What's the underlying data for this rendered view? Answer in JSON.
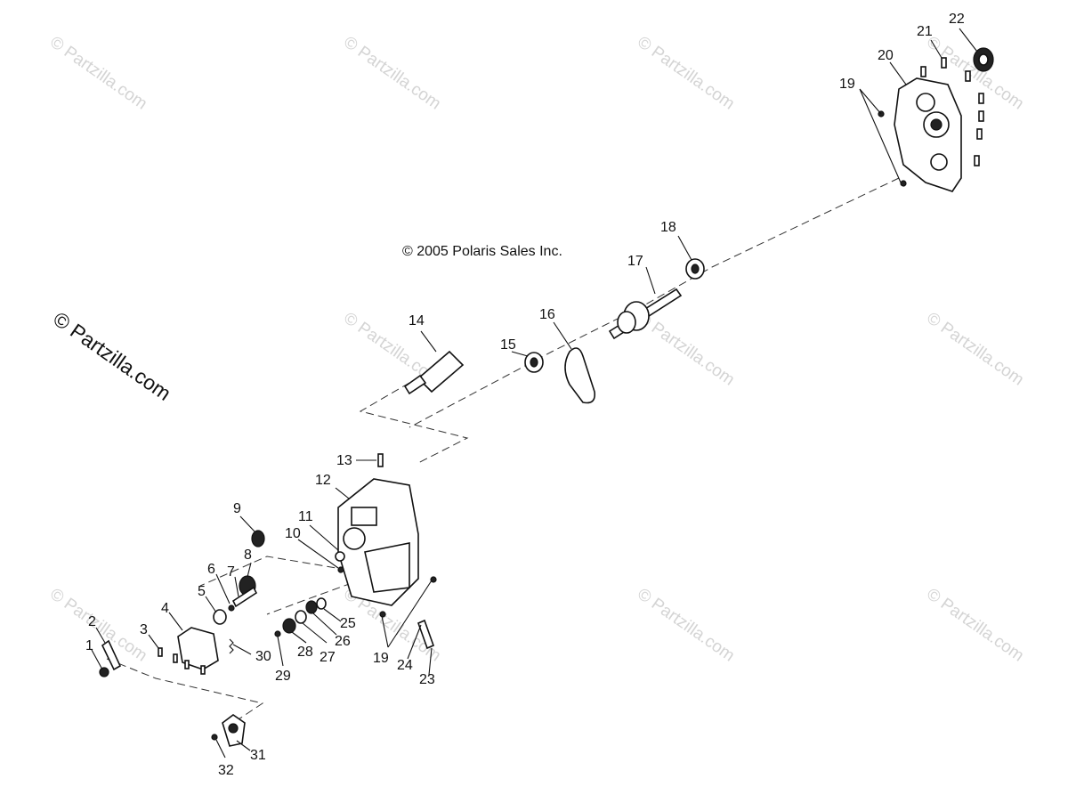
{
  "watermark": {
    "text": "© Partzilla.com"
  },
  "copyright": "© 2005 Polaris Sales Inc.",
  "callouts": [
    "1",
    "2",
    "3",
    "4",
    "5",
    "6",
    "7",
    "8",
    "9",
    "10",
    "11",
    "12",
    "13",
    "14",
    "15",
    "16",
    "17",
    "18",
    "19",
    "20",
    "21",
    "22",
    "23",
    "24",
    "25",
    "26",
    "27",
    "28",
    "29",
    "30",
    "31",
    "32",
    "19"
  ],
  "colors": {
    "ink": "#111111",
    "watermark": "#d4d4d4",
    "background": "#ffffff"
  }
}
